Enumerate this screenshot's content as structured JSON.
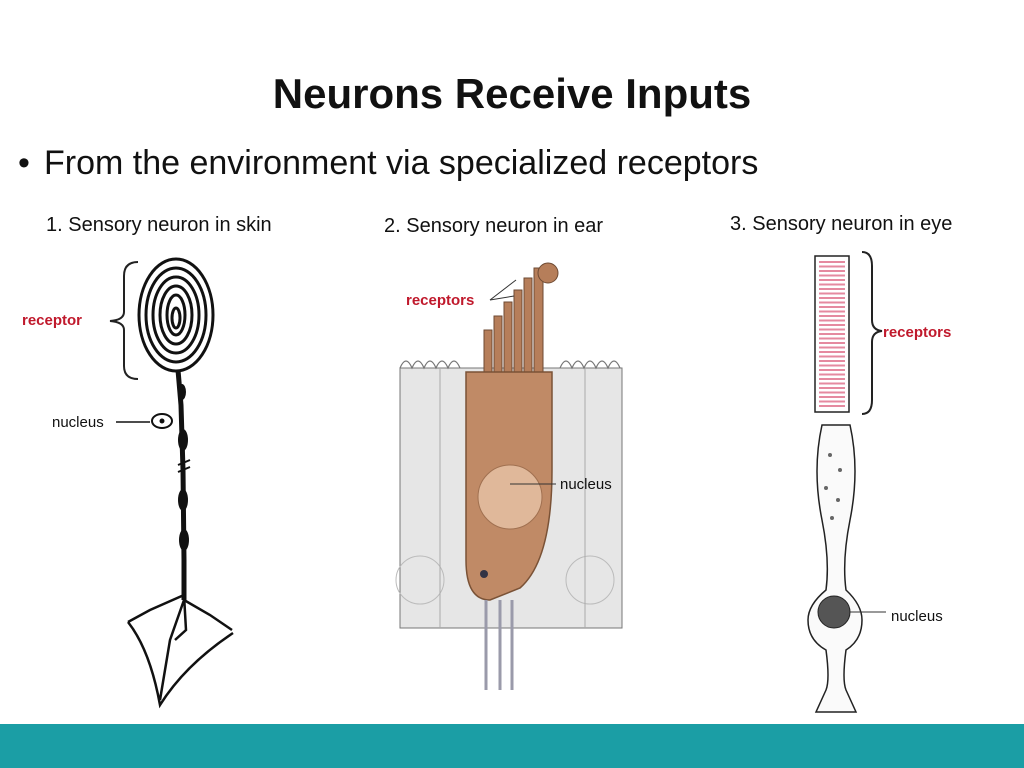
{
  "slide": {
    "title": "Neurons Receive Inputs",
    "bullet_symbol": "•",
    "bullet": "From the environment via specialized receptors"
  },
  "panels": [
    {
      "caption": "1. Sensory neuron in skin",
      "receptor_label": "receptor",
      "nucleus_label": "nucleus"
    },
    {
      "caption": "2. Sensory neuron in ear",
      "receptor_label": "receptors",
      "nucleus_label": "nucleus"
    },
    {
      "caption": "3. Sensory neuron in eye",
      "receptor_label": "receptors",
      "nucleus_label": "nucleus"
    }
  ],
  "colors": {
    "accent_bar": "#1b9ea5",
    "label_red": "#c0192c",
    "hair_cell_fill": "#c08a66",
    "support_cells": "#e6e6e6",
    "photoreceptor_pink": "#f2b8c4"
  }
}
